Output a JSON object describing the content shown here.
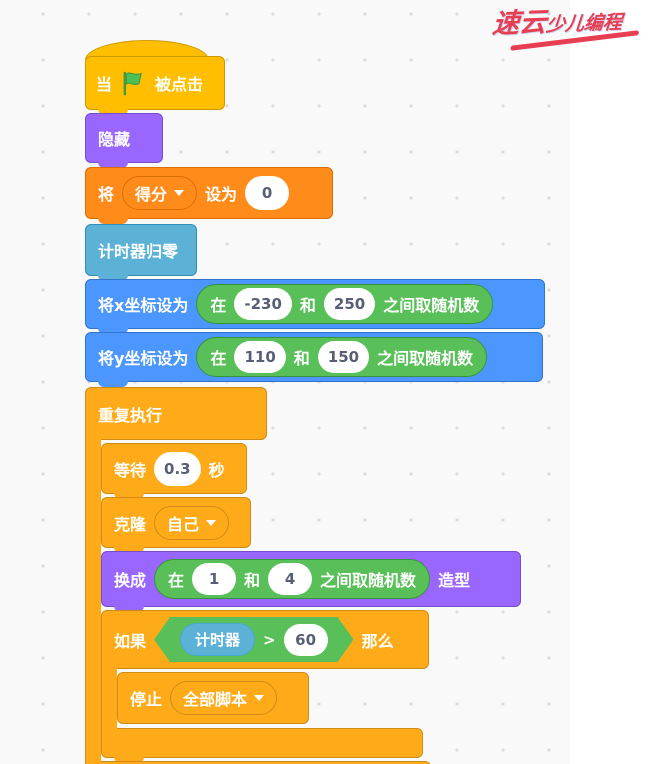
{
  "watermark": {
    "part1": "速云",
    "part2": "少儿编程",
    "color": "#e73e52"
  },
  "colors": {
    "events": "#FFBF00",
    "control": "#FFAB19",
    "motion": "#4C97FF",
    "looks": "#9966FF",
    "sensing": "#5CB1D6",
    "operators": "#59C059",
    "variables": "#FF8C1A",
    "input_text": "#575E75",
    "workspace_bg": "#f9f9f9"
  },
  "blocks": {
    "when_flag": {
      "prefix": "当",
      "suffix": "被点击",
      "icon": "green-flag"
    },
    "hide": {
      "label": "隐藏"
    },
    "set_score": {
      "prefix": "将",
      "variable": "得分",
      "mid": "设为",
      "value": "0"
    },
    "reset_timer": {
      "label": "计时器归零"
    },
    "set_x": {
      "label": "将x坐标设为",
      "rand": {
        "a": "在",
        "from": "-230",
        "b": "和",
        "to": "250",
        "tail": "之间取随机数"
      }
    },
    "set_y": {
      "label": "将y坐标设为",
      "rand": {
        "a": "在",
        "from": "110",
        "b": "和",
        "to": "150",
        "tail": "之间取随机数"
      }
    },
    "forever": {
      "label": "重复执行"
    },
    "wait": {
      "prefix": "等待",
      "value": "0.3",
      "suffix": "秒"
    },
    "clone": {
      "prefix": "克隆",
      "target": "自己"
    },
    "switch_costume": {
      "prefix": "换成",
      "rand": {
        "a": "在",
        "from": "1",
        "b": "和",
        "to": "4",
        "tail": "之间取随机数"
      },
      "suffix": "造型"
    },
    "if_block": {
      "prefix": "如果",
      "suffix": "那么",
      "condition": {
        "reporter": "计时器",
        "op": ">",
        "value": "60"
      }
    },
    "stop": {
      "prefix": "停止",
      "option": "全部脚本"
    }
  }
}
